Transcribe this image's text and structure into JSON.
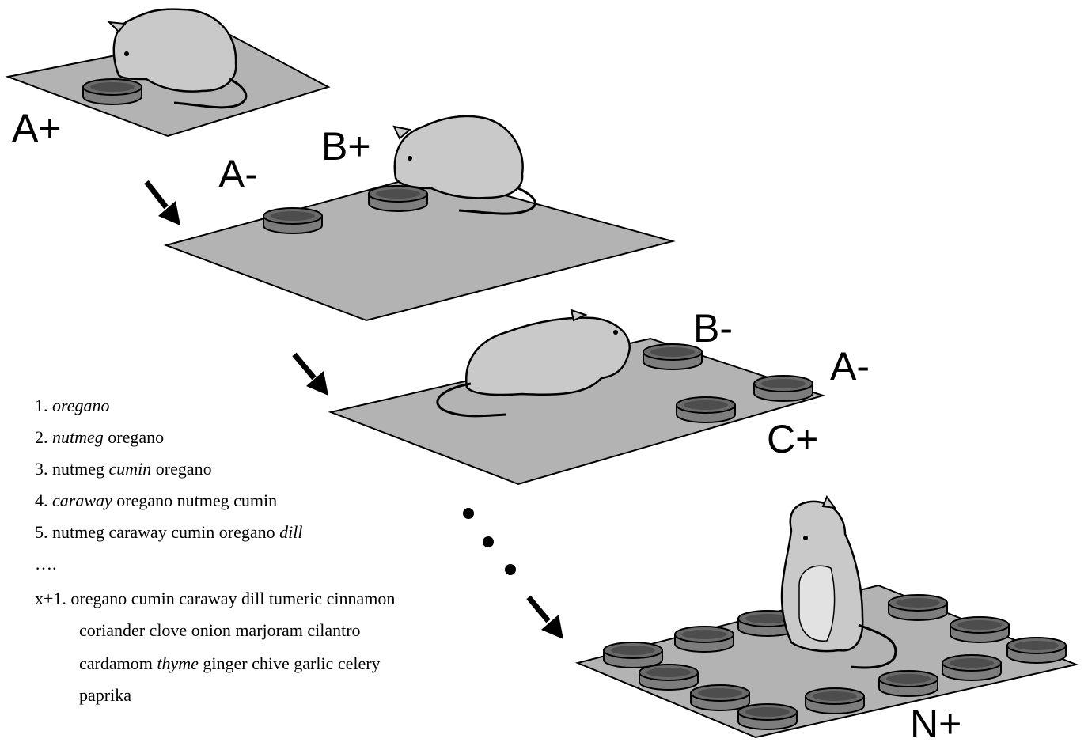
{
  "labels": {
    "stage1": "A+",
    "stage2_unrewarded": "A-",
    "stage2_rewarded": "B+",
    "stage3_b": "B-",
    "stage3_a": "A-",
    "stage3_c": "C+",
    "final": "N+"
  },
  "list": [
    {
      "num": "1.",
      "parts": [
        {
          "text": "oregano",
          "italic": true
        }
      ]
    },
    {
      "num": "2.",
      "parts": [
        {
          "text": "nutmeg",
          "italic": true
        },
        {
          "text": " oregano",
          "italic": false
        }
      ]
    },
    {
      "num": "3.",
      "parts": [
        {
          "text": "nutmeg ",
          "italic": false
        },
        {
          "text": "cumin",
          "italic": true
        },
        {
          "text": " oregano",
          "italic": false
        }
      ]
    },
    {
      "num": "4.",
      "parts": [
        {
          "text": "caraway",
          "italic": true
        },
        {
          "text": " oregano nutmeg cumin",
          "italic": false
        }
      ]
    },
    {
      "num": "5.",
      "parts": [
        {
          "text": "nutmeg caraway cumin oregano ",
          "italic": false
        },
        {
          "text": "dill",
          "italic": true
        }
      ]
    },
    {
      "num": "….",
      "parts": []
    },
    {
      "num": "x+1.",
      "parts": [
        {
          "text": "oregano cumin caraway dill tumeric cinnamon",
          "italic": false
        }
      ]
    },
    {
      "num": "",
      "parts": [
        {
          "text": "coriander clove onion marjoram cilantro",
          "italic": false
        }
      ]
    },
    {
      "num": "",
      "parts": [
        {
          "text": "cardamom ",
          "italic": false
        },
        {
          "text": "thyme",
          "italic": true
        },
        {
          "text": " ginger chive garlic celery",
          "italic": false
        }
      ]
    },
    {
      "num": "",
      "parts": [
        {
          "text": "paprika",
          "italic": false
        }
      ]
    }
  ],
  "colors": {
    "platform": "#b3b3b3",
    "cup": "#8a8a8a",
    "cup_rim": "#606060",
    "rat": "#c9c9c9",
    "ink": "#000000"
  }
}
